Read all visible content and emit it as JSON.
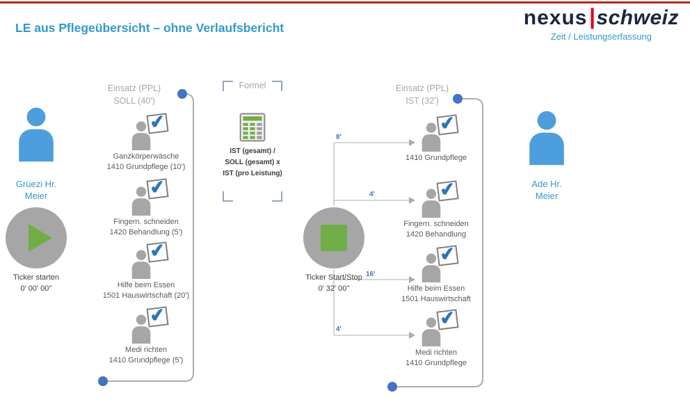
{
  "colors": {
    "accent_blue": "#3399CC",
    "dot_blue": "#4472C4",
    "check_blue": "#2E75B6",
    "person_blue": "#4D9EDC",
    "gray": "#A6A6A6",
    "green": "#70AD47",
    "logo_dark": "#1B2740",
    "logo_red": "#E2001A",
    "topline_red": "#B02C20"
  },
  "icons": {
    "check": "✔"
  },
  "header": {
    "title": "LE aus Pflegeübersicht – ohne Verlaufsbericht",
    "logo_part1": "nexus",
    "logo_separator": "|",
    "logo_part2": "schweiz",
    "tagline": "Zeit / Leistungserfassung"
  },
  "left_actor": {
    "greeting_line1": "Grüezi Hr.",
    "greeting_line2": "Meier",
    "ticker_label": "Ticker starten",
    "ticker_time": "0' 00' 00''"
  },
  "soll_column": {
    "header_line1": "Einsatz (PPL)",
    "header_line2": "SOLL (40')",
    "items": [
      {
        "line1": "Ganzkörperwäsche",
        "line2": "1410 Grundpflege (10')"
      },
      {
        "line1": "Fingern. schneiden",
        "line2": "1420 Behandlung (5')"
      },
      {
        "line1": "Hilfe beim Essen",
        "line2": "1501 Hauswirtschaft (20')"
      },
      {
        "line1": "Medi richten",
        "line2": "1410 Grundpflege (5')"
      }
    ]
  },
  "formula": {
    "label": "Formel",
    "line1": "IST (gesamt) /",
    "line2": "SOLL (gesamt) x",
    "line3": "IST (pro Leistung)"
  },
  "ticker_stop": {
    "label": "Ticker Start/Stop",
    "time": "0' 32' 00''"
  },
  "ist_column": {
    "header_line1": "Einsatz (PPL)",
    "header_line2": "IST (32')",
    "items": [
      {
        "duration": "8'",
        "line1": "1410 Grundpflege",
        "line2": ""
      },
      {
        "duration": "4'",
        "line1": "Fingern. schneiden",
        "line2": "1420 Behandlung"
      },
      {
        "duration": "16'",
        "line1": "Hilfe beim Essen",
        "line2": "1501 Hauswirtschaft"
      },
      {
        "duration": "4'",
        "line1": "Medi richten",
        "line2": "1410 Grundpflege"
      }
    ]
  },
  "right_actor": {
    "farewell_line1": "Ade Hr.",
    "farewell_line2": "Meier"
  }
}
